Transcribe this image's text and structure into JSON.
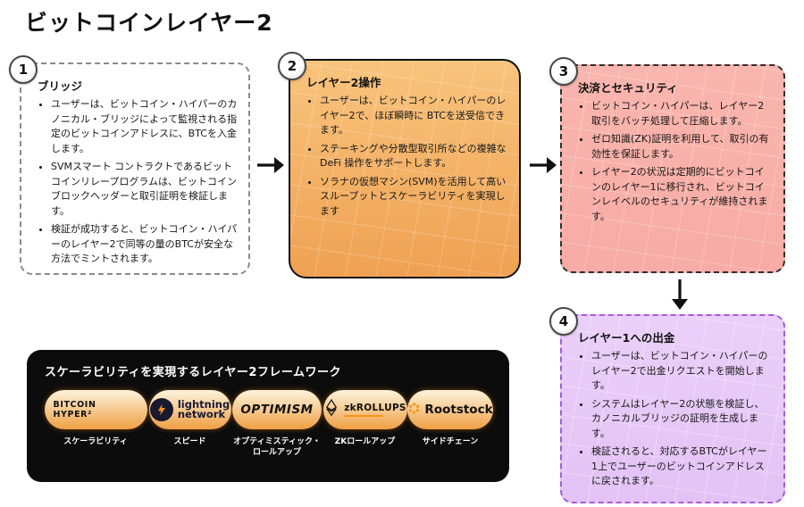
{
  "page_title": "ビットコインレイヤー2",
  "steps": [
    {
      "number": "1",
      "heading": "ブリッジ",
      "bullets": [
        "ユーザーは、ビットコイン・ハイパーのカノニカル・ブリッジによって監視される指定のビットコインアドレスに、BTCを入金します。",
        "SVMスマート コントラクトであるビットコインリレープログラムは、ビットコインブロックヘッダーと取引証明を検証します。",
        "検証が成功すると、ビットコイン・ハイパーのレイヤー2で同等の量のBTCが安全な方法でミントされます。"
      ]
    },
    {
      "number": "2",
      "heading": "レイヤー2操作",
      "bullets": [
        "ユーザーは、ビットコイン・ハイパーのレイヤー2で、ほぼ瞬時に BTCを送受信できます。",
        "ステーキングや分散型取引所などの複雑なDeFi 操作をサポートします。",
        "ソラナの仮想マシン(SVM)を活用して高いスループットとスケーラビリティを実現します"
      ]
    },
    {
      "number": "3",
      "heading": "決済とセキュリティ",
      "bullets": [
        "ビットコイン・ハイパーは、レイヤー2取引をバッチ処理して圧縮します。",
        "ゼロ知識(ZK)証明を利用して、取引の有効性を保証します。",
        "レイヤー2の状況は定期的にビットコインのレイヤー1に移行され、ビットコインレイベルのセキュリティが維持されます。"
      ]
    },
    {
      "number": "4",
      "heading": "レイヤー1への出金",
      "bullets": [
        "ユーザーは、ビットコイン・ハイパーのレイヤー2で出金リクエストを開始します。",
        "システムはレイヤー2の状態を検証し、カノニカルブリッジの証明を生成します。",
        "検証されると、対応するBTCがレイヤー1上でユーザーのビットコインアドレスに戻されます。"
      ]
    }
  ],
  "framework_panel": {
    "title": "スケーラビリティを実現するレイヤー2フレームワーク",
    "items": [
      {
        "logo": "BITCOIN HYPER²",
        "label": "スケーラビリティ"
      },
      {
        "logo_line1": "lightning",
        "logo_line2": "network",
        "label": "スピード"
      },
      {
        "logo": "OPTIMISM",
        "label": "オプティミスティック・ロールアップ"
      },
      {
        "logo": "zkROLLUPS",
        "label": "ZKロールアップ"
      },
      {
        "logo": "Rootstock",
        "label": "サイドチェーン"
      }
    ]
  },
  "colors": {
    "step2_orange": "#f2ab5e",
    "step3_pink": "#f8b1aa",
    "step4_purple": "#e6c8f7",
    "step4_border": "#a45cd8",
    "panel_black": "#0c0c0c",
    "pill_gradient_top": "#fdf4dd",
    "pill_gradient_bottom": "#ef9f43",
    "bolt_orange": "#f7931a"
  }
}
